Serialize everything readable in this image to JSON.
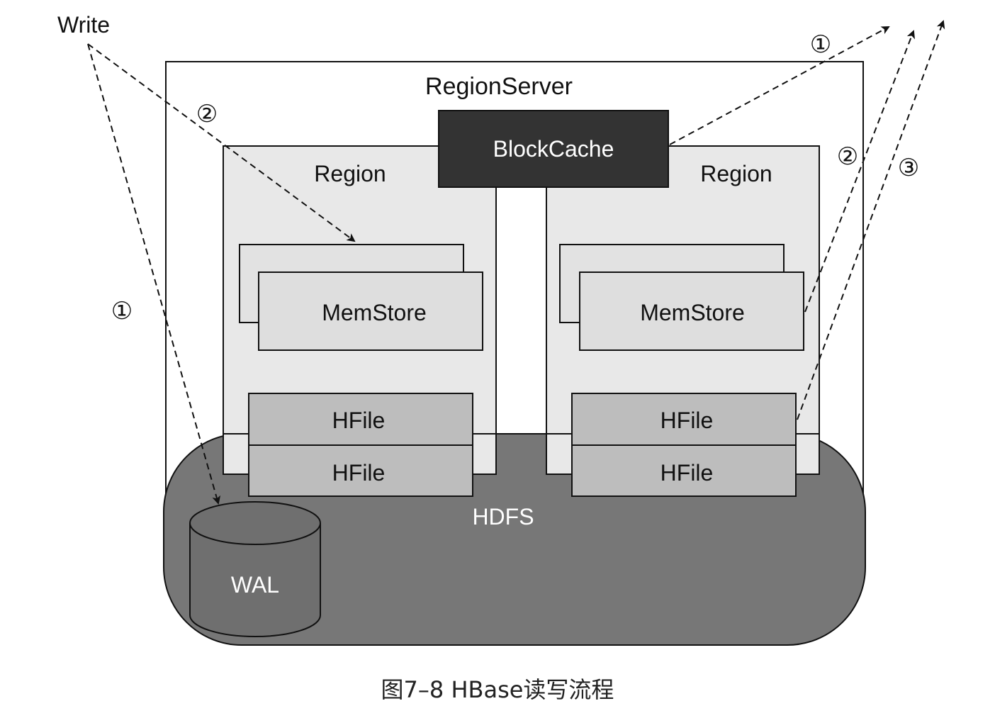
{
  "write_label": "Write",
  "region_server_label": "RegionServer",
  "block_cache_label": "BlockCache",
  "regions": [
    {
      "label": "Region",
      "memstore_label": "MemStore",
      "hfile_labels": [
        "HFile",
        "HFile"
      ]
    },
    {
      "label": "Region",
      "memstore_label": "MemStore",
      "hfile_labels": [
        "HFile",
        "HFile"
      ]
    }
  ],
  "hdfs_label": "HDFS",
  "wal_label": "WAL",
  "write_steps": [
    "①",
    "②"
  ],
  "read_steps": [
    "①",
    "②",
    "③"
  ],
  "caption": "图7–8 HBase读写流程",
  "colors": {
    "stroke": "#111111",
    "region_fill": "#e8e8e8",
    "memstore_fill": "#dedede",
    "hfile_fill": "#bdbdbd",
    "block_cache_fill": "#333333",
    "hdfs_fill": "#777777",
    "wal_fill": "#6f6f6f"
  }
}
